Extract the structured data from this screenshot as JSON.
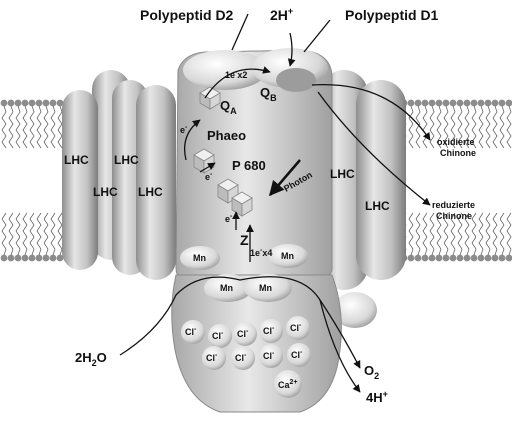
{
  "labels": {
    "d2": "Polypeptid D2",
    "d1": "Polypeptid D1",
    "twoH": "2H",
    "twoH_sup": "+",
    "qa": "Q",
    "qa_sub": "A",
    "qb": "Q",
    "qb_sub": "B",
    "phaeo": "Phaeo",
    "p680": "P 680",
    "photon": "Photon",
    "z": "Z",
    "e": "e",
    "e_sup": "-",
    "ex2": "1e",
    "ex2_tail": "x2",
    "ex4": "1e",
    "ex4_tail": "x4",
    "lhc": "LHC",
    "mn": "Mn",
    "cl": "Cl",
    "cl_sup": "-",
    "ca": "Ca",
    "ca_sup": "2+",
    "ox1": "oxidierte",
    "ox2": "Chinone",
    "red1": "reduzierte",
    "red2": "Chinone",
    "water": "2H",
    "water_sub": "2",
    "water_tail": "O",
    "o2": "O",
    "o2_sub": "2",
    "fourH": "4H",
    "fourH_sup": "+"
  },
  "colors": {
    "protein_light": "#e4e4e4",
    "protein_mid": "#bdbdbd",
    "protein_dark": "#8a8a8a",
    "lipid_head": "#8c8c8c",
    "line": "#111111"
  }
}
